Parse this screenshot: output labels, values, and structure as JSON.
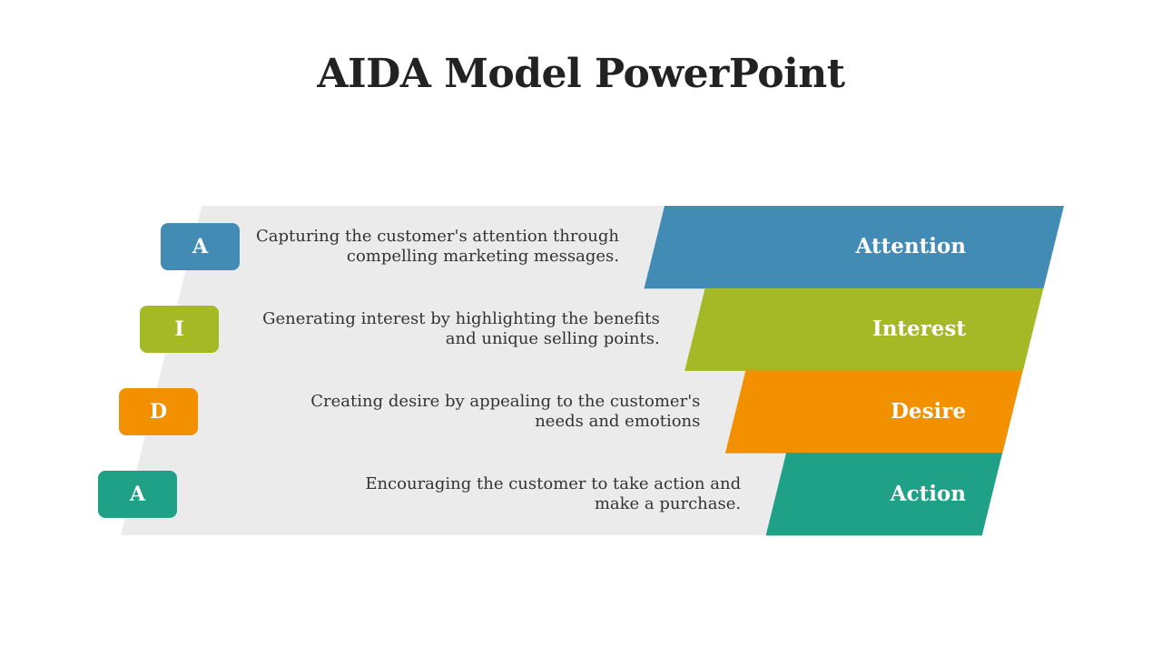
{
  "title": "AIDA Model PowerPoint",
  "colors": {
    "background_panel": "#EBEBEB",
    "title": "#222222",
    "text": "#333333"
  },
  "stages": [
    {
      "letter": "A",
      "label": "Attention",
      "description": [
        "Capturing the customer's attention through",
        "compelling marketing messages."
      ],
      "color": "#428BB5"
    },
    {
      "letter": "I",
      "label": "Interest",
      "description": [
        "Generating interest by highlighting the benefits",
        "and unique selling points."
      ],
      "color": "#A5B826"
    },
    {
      "letter": "D",
      "label": "Desire",
      "description": [
        "Creating desire by appealing to the customer's",
        "needs and emotions"
      ],
      "color": "#F29000"
    },
    {
      "letter": "A",
      "label": "Action",
      "description": [
        "Encouraging the customer to take action and",
        "make a purchase."
      ],
      "color": "#1EA186"
    }
  ]
}
